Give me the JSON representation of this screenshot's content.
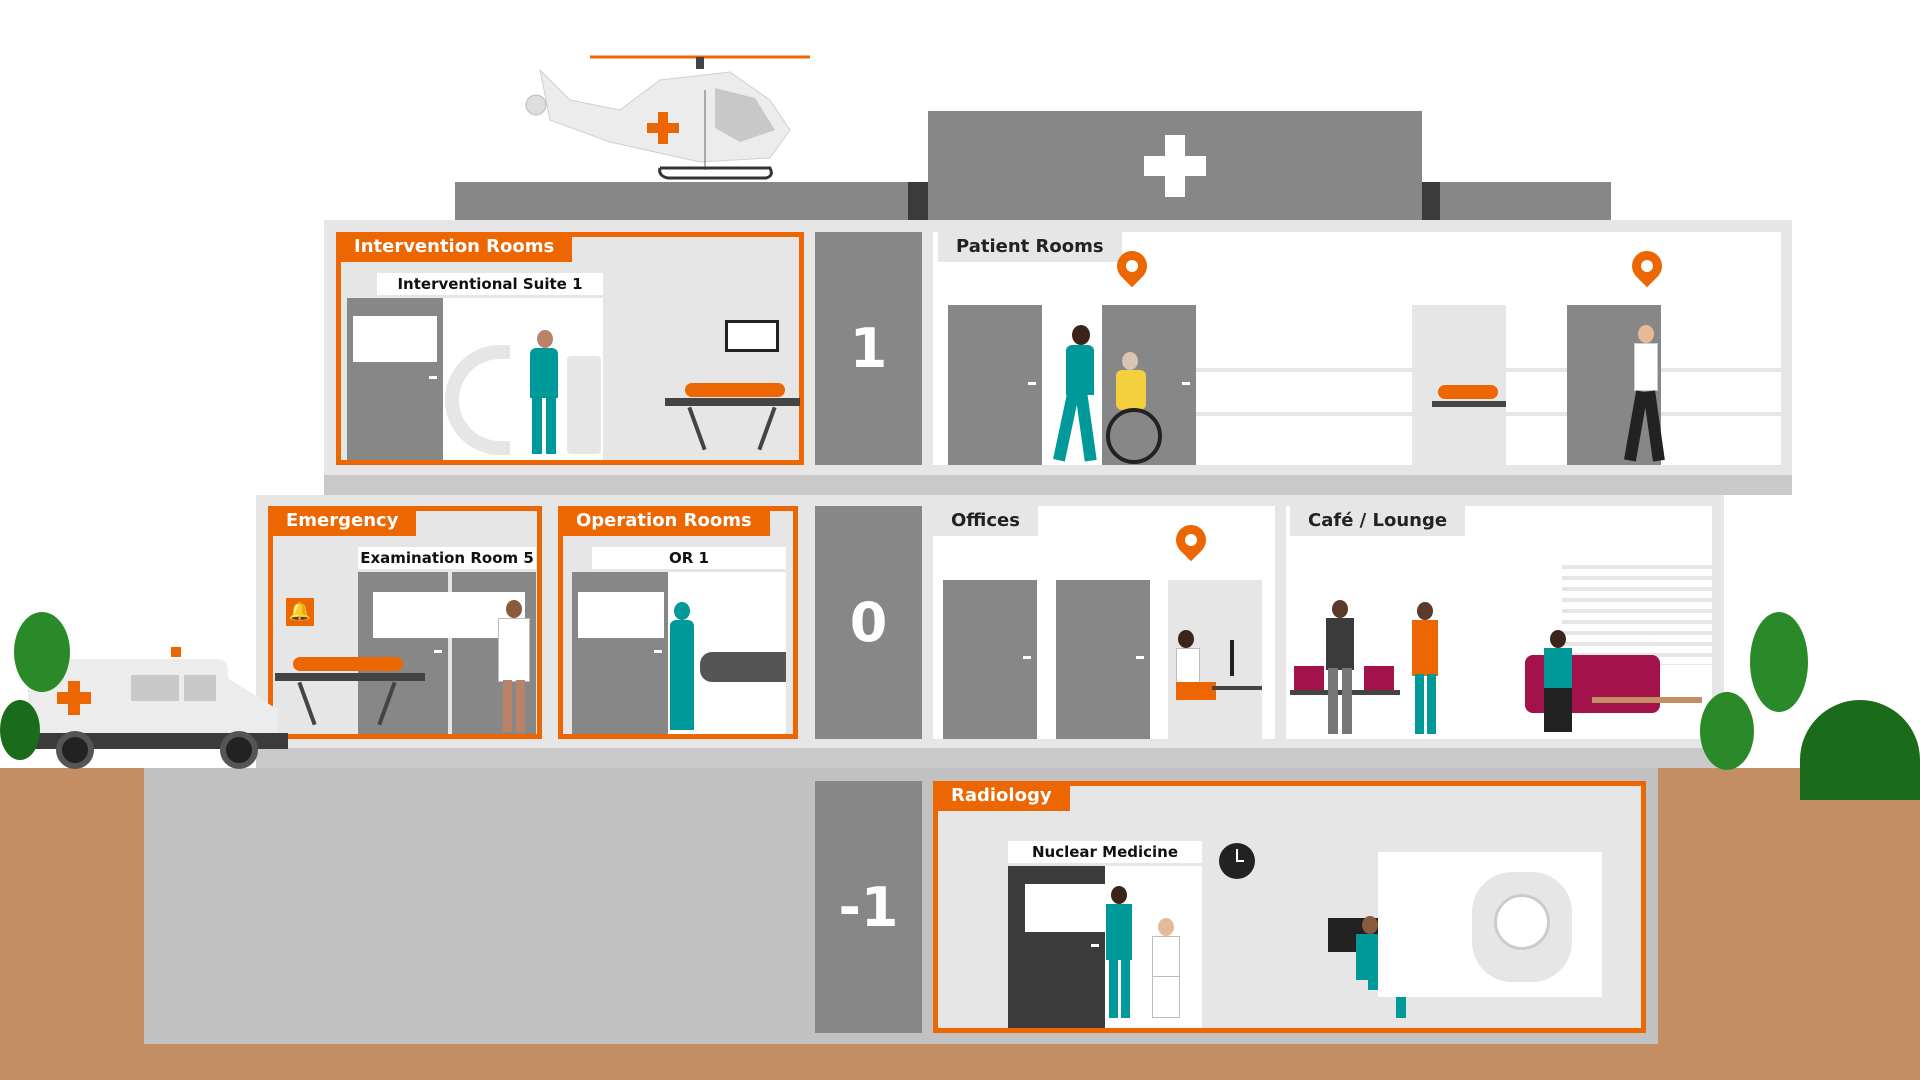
{
  "floors": {
    "upper": "1",
    "ground": "0",
    "basement": "-1"
  },
  "rooms": {
    "intervention": {
      "title": "Intervention Rooms",
      "sub": "Interventional Suite 1"
    },
    "patient": {
      "title": "Patient Rooms"
    },
    "emergency": {
      "title": "Emergency",
      "sub": "Examination Room 5"
    },
    "operation": {
      "title": "Operation Rooms",
      "sub": "OR 1"
    },
    "offices": {
      "title": "Offices"
    },
    "cafe": {
      "title": "Café / Lounge"
    },
    "radiology": {
      "title": "Radiology",
      "sub": "Nuclear Medicine"
    }
  },
  "icons": {
    "roof": "medical-cross-icon",
    "helicopter": "helicopter-icon",
    "ambulance": "ambulance-icon",
    "location": "location-pin-icon",
    "alarm": "bell-icon",
    "clock": "clock-icon"
  },
  "colors": {
    "accent": "#ec6602",
    "teal": "#009999",
    "dark_gray": "#878787",
    "ground": "#c38e64",
    "tree": "#2a8a2a"
  }
}
